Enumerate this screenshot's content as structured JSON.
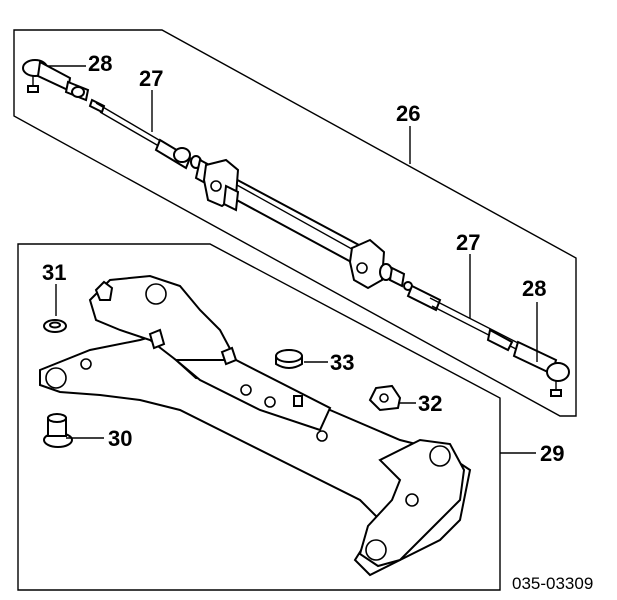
{
  "callouts": {
    "c26": "26",
    "c27a": "27",
    "c27b": "27",
    "c28a": "28",
    "c28b": "28",
    "c29": "29",
    "c30": "30",
    "c31": "31",
    "c32": "32",
    "c33": "33"
  },
  "diagram_code": "035-03309"
}
